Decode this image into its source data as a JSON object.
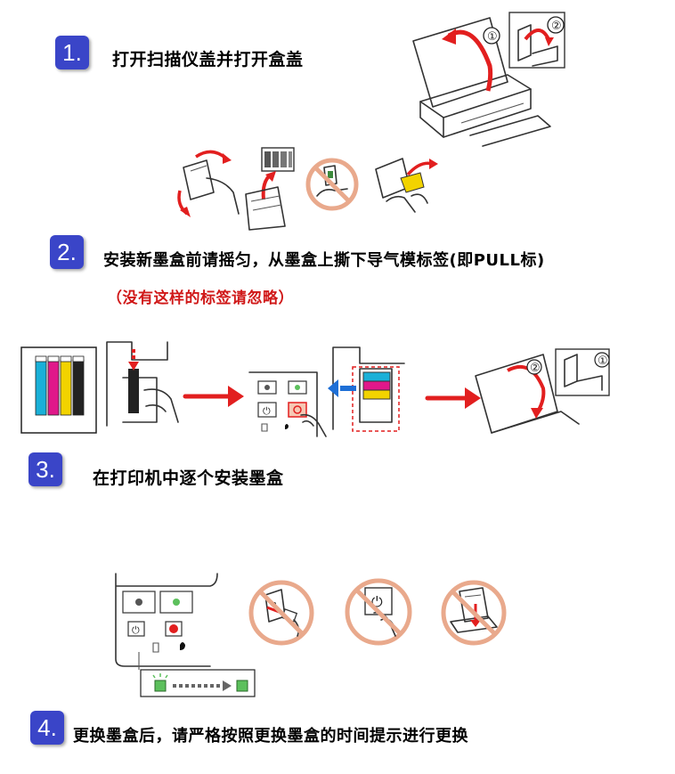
{
  "steps": [
    {
      "number": "1.",
      "text": "打开扫描仪盖并打开盒盖"
    },
    {
      "number": "2.",
      "text": "安装新墨盒前请摇匀，从墨盒上撕下导气模标签(即PULL标)",
      "note": "（没有这样的标签请忽略）"
    },
    {
      "number": "3.",
      "text": "在打印机中逐个安装墨盒"
    },
    {
      "number": "4.",
      "text": "更换墨盒后，请严格按照更换墨盒的时间提示进行更换"
    }
  ],
  "markers": {
    "one": "①",
    "two": "②"
  },
  "colors": {
    "badge": "#3a45c8",
    "arrow_red": "#e21f1f",
    "note_red": "#d01818",
    "cartridge_cyan": "#1ab0d8",
    "cartridge_magenta": "#e0188a",
    "cartridge_yellow": "#f2d300",
    "cartridge_black": "#222222",
    "led_green": "#5cc05c",
    "prohibition_ring": "#e9a98c"
  },
  "icons": [
    "power-icon",
    "ink-drop-icon",
    "cancel-icon",
    "paper-icon",
    "prohibition-icon",
    "arrow-icon"
  ]
}
